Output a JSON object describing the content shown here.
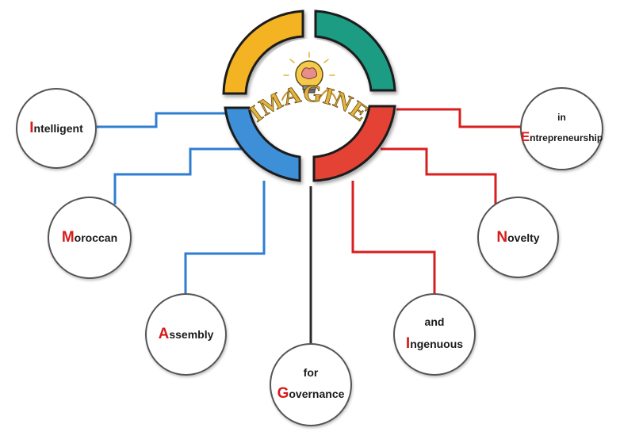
{
  "logo": {
    "word": "IMAGINE",
    "colors": {
      "gold": "#F4B322",
      "green": "#1E9C82",
      "blue": "#3E8FD8",
      "red": "#E34234"
    }
  },
  "colors": {
    "blue_line": "#2E7DD1",
    "red_line": "#D91E1E",
    "dark_line": "#2A2A2A",
    "initial": "#D81B1B",
    "circle_border": "#555555"
  },
  "nodes": {
    "intelligent": {
      "pre": "",
      "initial": "I",
      "rest": "ntelligent"
    },
    "moroccan": {
      "pre": "",
      "initial": "M",
      "rest": "oroccan"
    },
    "assembly": {
      "pre": "",
      "initial": "A",
      "rest": "ssembly"
    },
    "governance": {
      "pre": "for",
      "initial": "G",
      "rest": "overnance"
    },
    "ingenuous": {
      "pre": "and",
      "initial": "I",
      "rest": "ngenuous"
    },
    "novelty": {
      "pre": "",
      "initial": "N",
      "rest": "ovelty"
    },
    "entrepreneurship": {
      "pre": "in",
      "initial": "E",
      "rest": "ntrepreneurship"
    }
  }
}
